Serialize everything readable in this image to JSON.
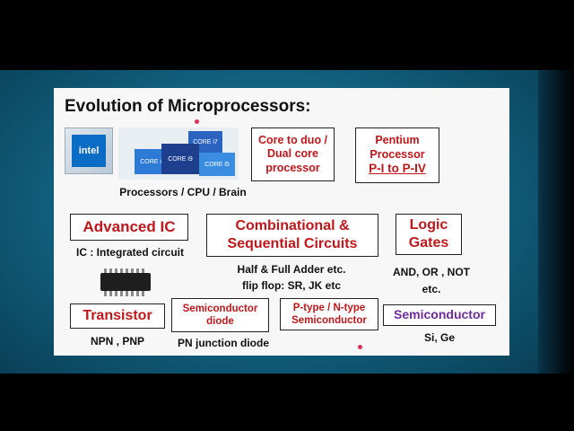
{
  "slide": {
    "title": "Evolution of Microprocessors:",
    "processors_caption": "Processors / CPU / Brain",
    "intel_logo_text": "intel",
    "chip_labels": [
      "CORE i7",
      "CORE i3",
      "CORE i9",
      "CORE i5"
    ],
    "boxes": {
      "core2duo": [
        "Core to duo /",
        "Dual core",
        "processor"
      ],
      "pentium": [
        "Pentium",
        "Processor"
      ],
      "pentium_range": "P-I to P-IV",
      "advanced_ic": "Advanced IC",
      "combinational": [
        "Combinational &",
        "Sequential Circuits"
      ],
      "logic_gates": [
        "Logic",
        "Gates"
      ],
      "transistor": "Transistor",
      "semiconductor_diode": [
        "Semiconductor",
        "diode"
      ],
      "pn_type": [
        "P-type / N-type",
        "Semiconductor"
      ],
      "semiconductor": "Semiconductor"
    },
    "captions": {
      "ic": "IC : Integrated circuit",
      "adder": "Half & Full Adder etc.",
      "flipflop": "flip flop: SR, JK etc",
      "gates": "AND, OR , NOT",
      "gates2": "etc.",
      "transistor": "NPN , PNP",
      "diode": "PN junction diode",
      "semiconductor": "Si, Ge"
    }
  },
  "colors": {
    "red": "#c0171b",
    "purple": "#6e2a9e",
    "background_teal": "#11607e"
  }
}
